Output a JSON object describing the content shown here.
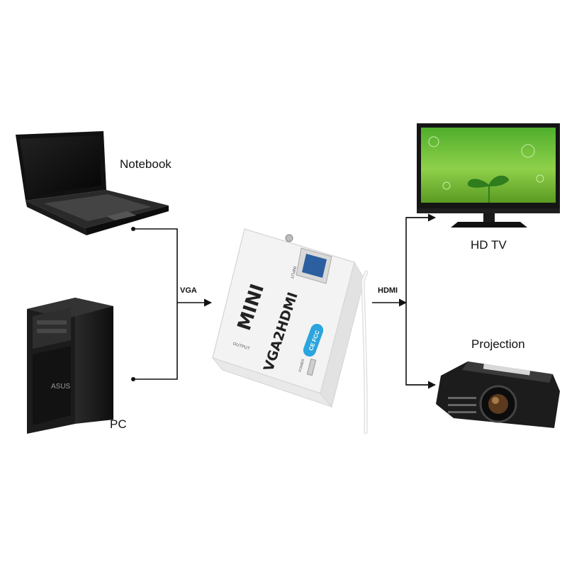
{
  "devices": {
    "notebook": {
      "label": "Notebook"
    },
    "pc": {
      "label": "PC",
      "brand": "ASUS"
    },
    "hdtv": {
      "label": "HD TV"
    },
    "projector": {
      "label": "Projection"
    }
  },
  "connections": {
    "input_label": "VGA",
    "output_label": "HDMI"
  },
  "converter": {
    "model_text": "MINI",
    "product_text": "VGA2HDMI",
    "input_port_text": "INPUT",
    "output_port_text": "OUTPUT",
    "power_port_text": "POWER",
    "badge_text": "CE FCC"
  },
  "colors": {
    "wire": "#111111",
    "device_body": "#1a1a1a",
    "converter_body": "#f4f4f4",
    "tv_screen": "#7cc143",
    "badge": "#2aa5dd"
  }
}
